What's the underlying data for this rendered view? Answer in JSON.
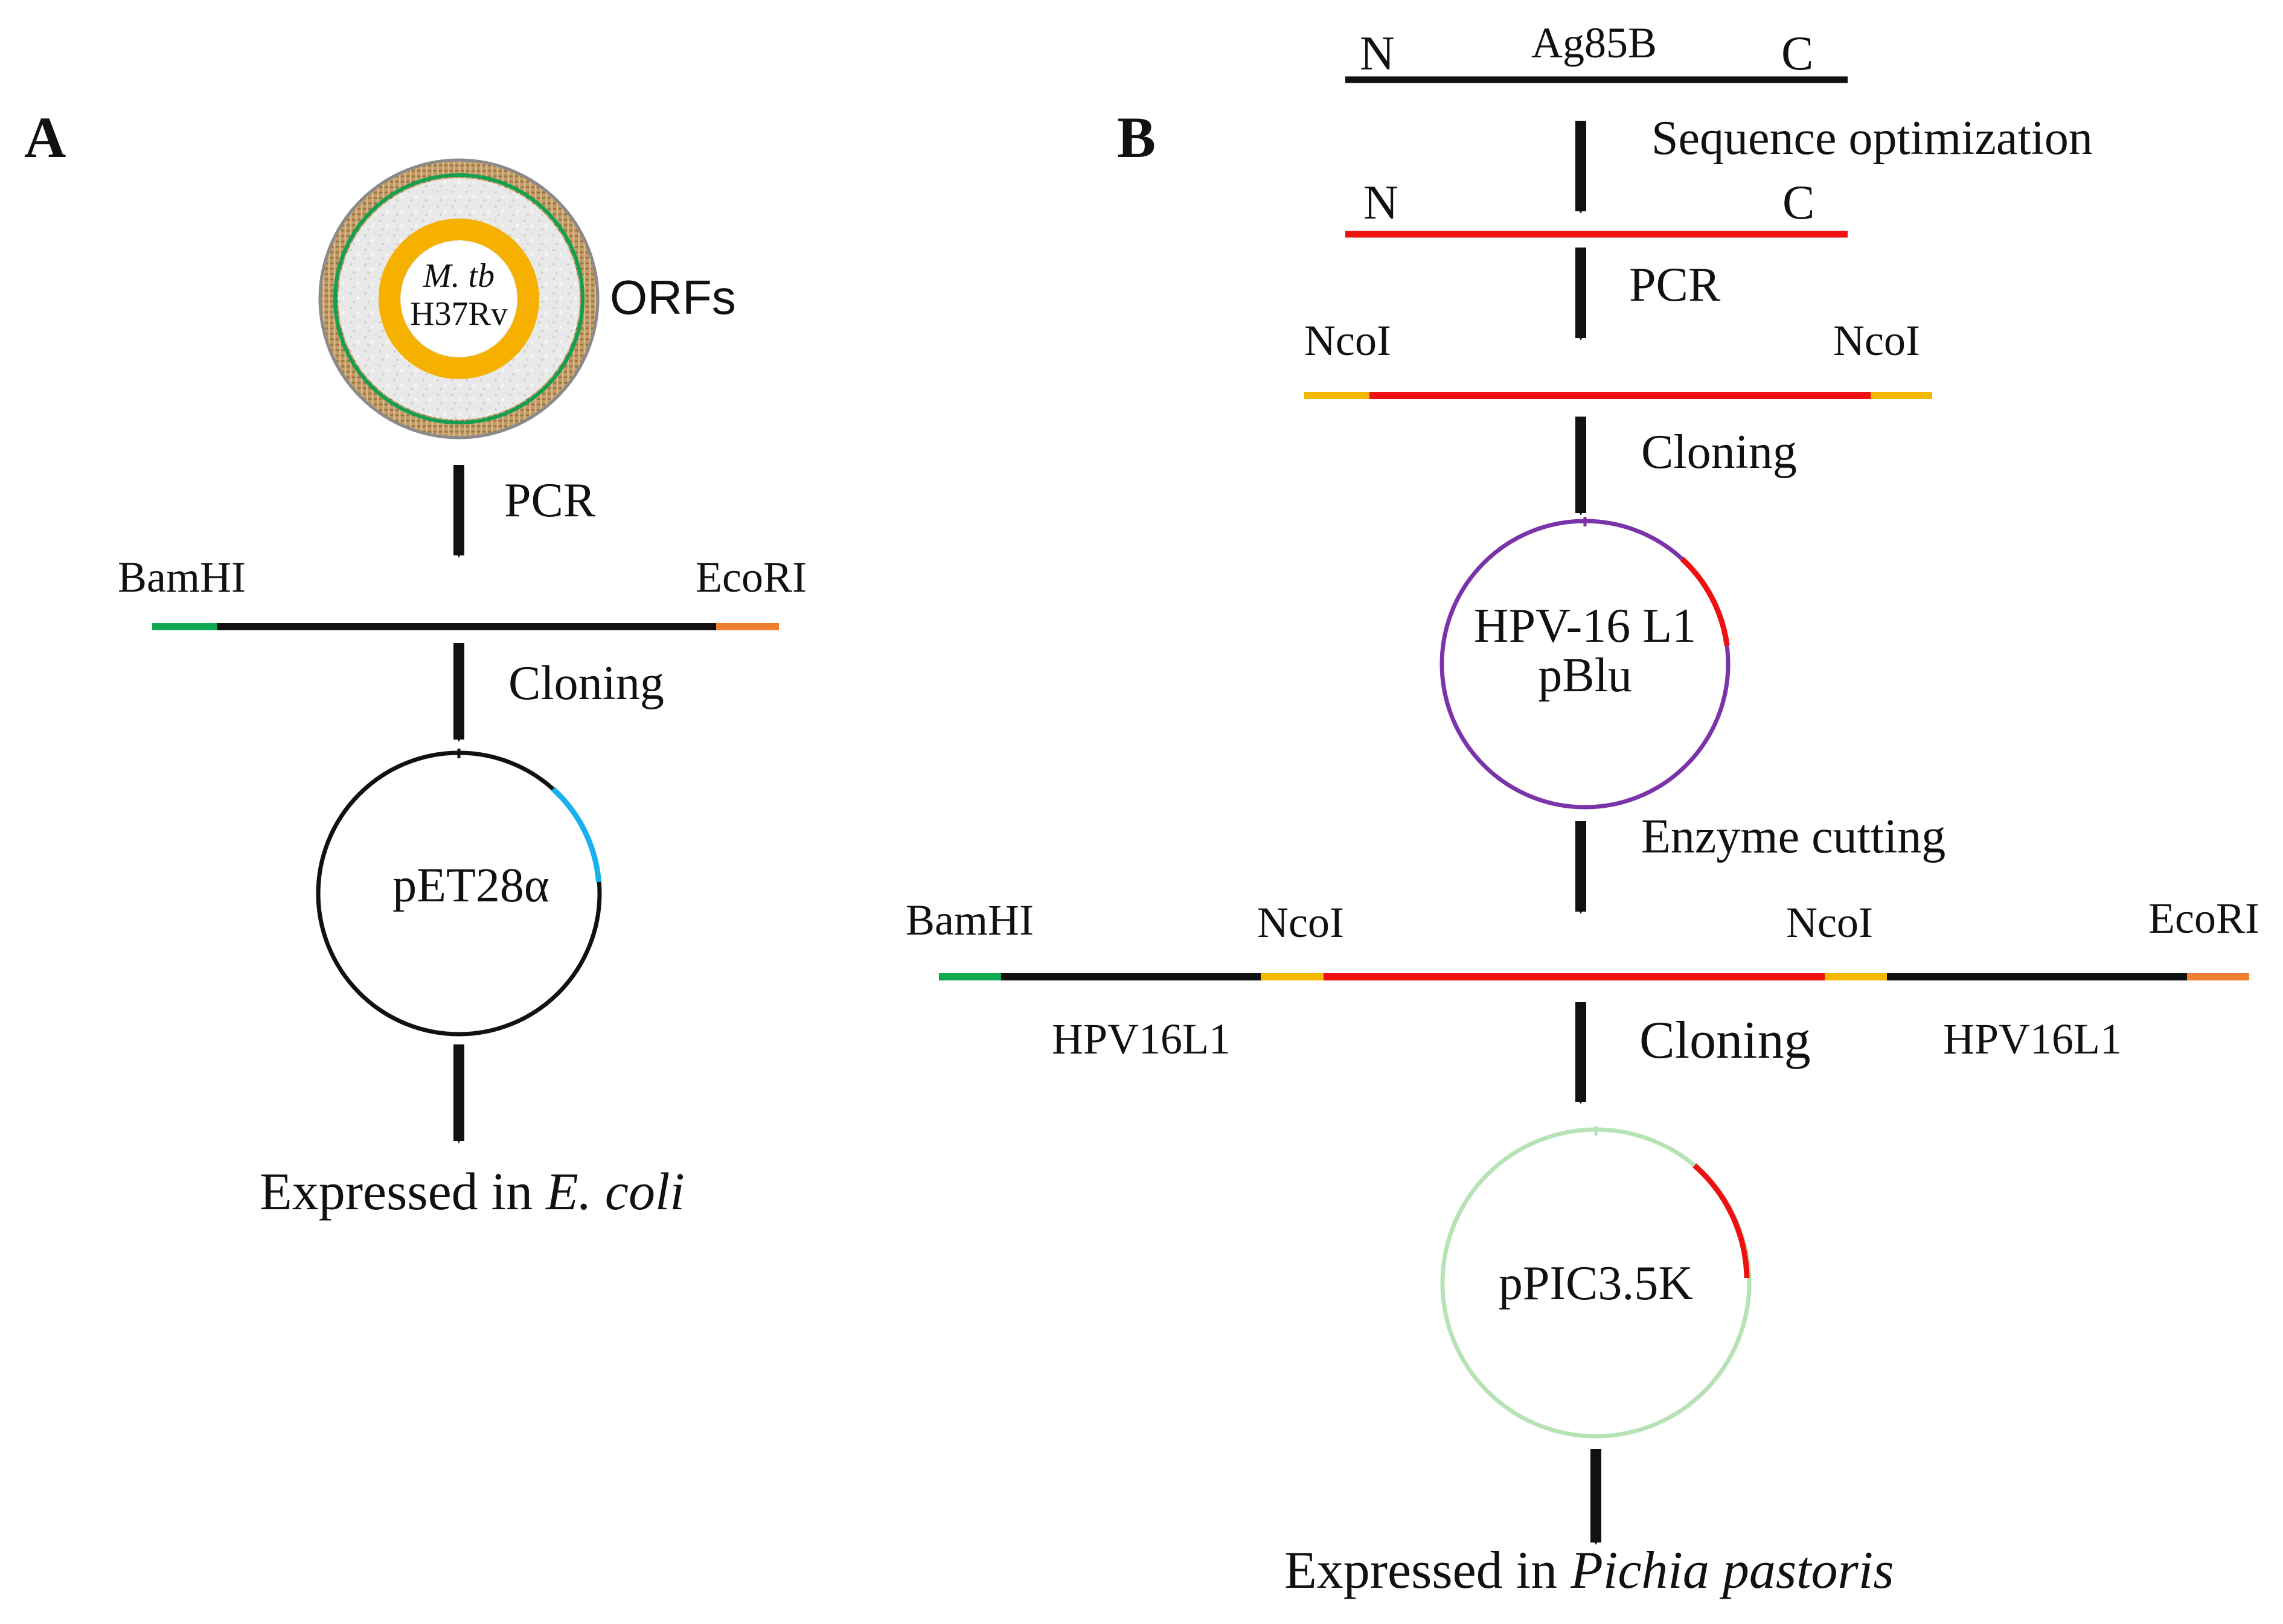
{
  "colors": {
    "black": "#111111",
    "red": "#ee1111",
    "yellow": "#f5b800",
    "green": "#10a850",
    "orange": "#ee7e30",
    "blue": "#1ab0ee",
    "purple": "#7a33a8",
    "light_green": "#b6e2b6",
    "cell_orange": "#f5b000",
    "cell_wall": "#c29a66"
  },
  "panel_a": {
    "label": "A",
    "cell": {
      "organism_italic": "M. tb",
      "strain": "H37Rv",
      "ring_label": "ORFs"
    },
    "step_pcr": "PCR",
    "fragment": {
      "left_site": "BamHI",
      "right_site": "EcoRI"
    },
    "step_cloning": "Cloning",
    "plasmid": "pET28α",
    "result": {
      "prefix": "Expressed in ",
      "host_italic": "E. coli"
    }
  },
  "panel_b": {
    "label": "B",
    "gene": {
      "name": "Ag85B",
      "n_term": "N",
      "c_term": "C"
    },
    "step_optimization": "Sequence optimization",
    "optimized": {
      "n_term": "N",
      "c_term": "C"
    },
    "step_pcr": "PCR",
    "pcr_fragment": {
      "left_site": "NcoI",
      "right_site": "NcoI"
    },
    "step_cloning_1": "Cloning",
    "plasmid_1": {
      "line1": "HPV-16 L1",
      "line2": "pBlu"
    },
    "step_enzyme": "Enzyme cutting",
    "fusion": {
      "site_1": "BamHI",
      "site_2": "NcoI",
      "site_3": "NcoI",
      "site_4": "EcoRI",
      "left_part": "HPV16L1",
      "right_part": "HPV16L1"
    },
    "step_cloning_2": "Cloning",
    "plasmid_2": "pPIC3.5K",
    "result": {
      "prefix": "Expressed in ",
      "host_italic": "Pichia pastoris"
    }
  }
}
